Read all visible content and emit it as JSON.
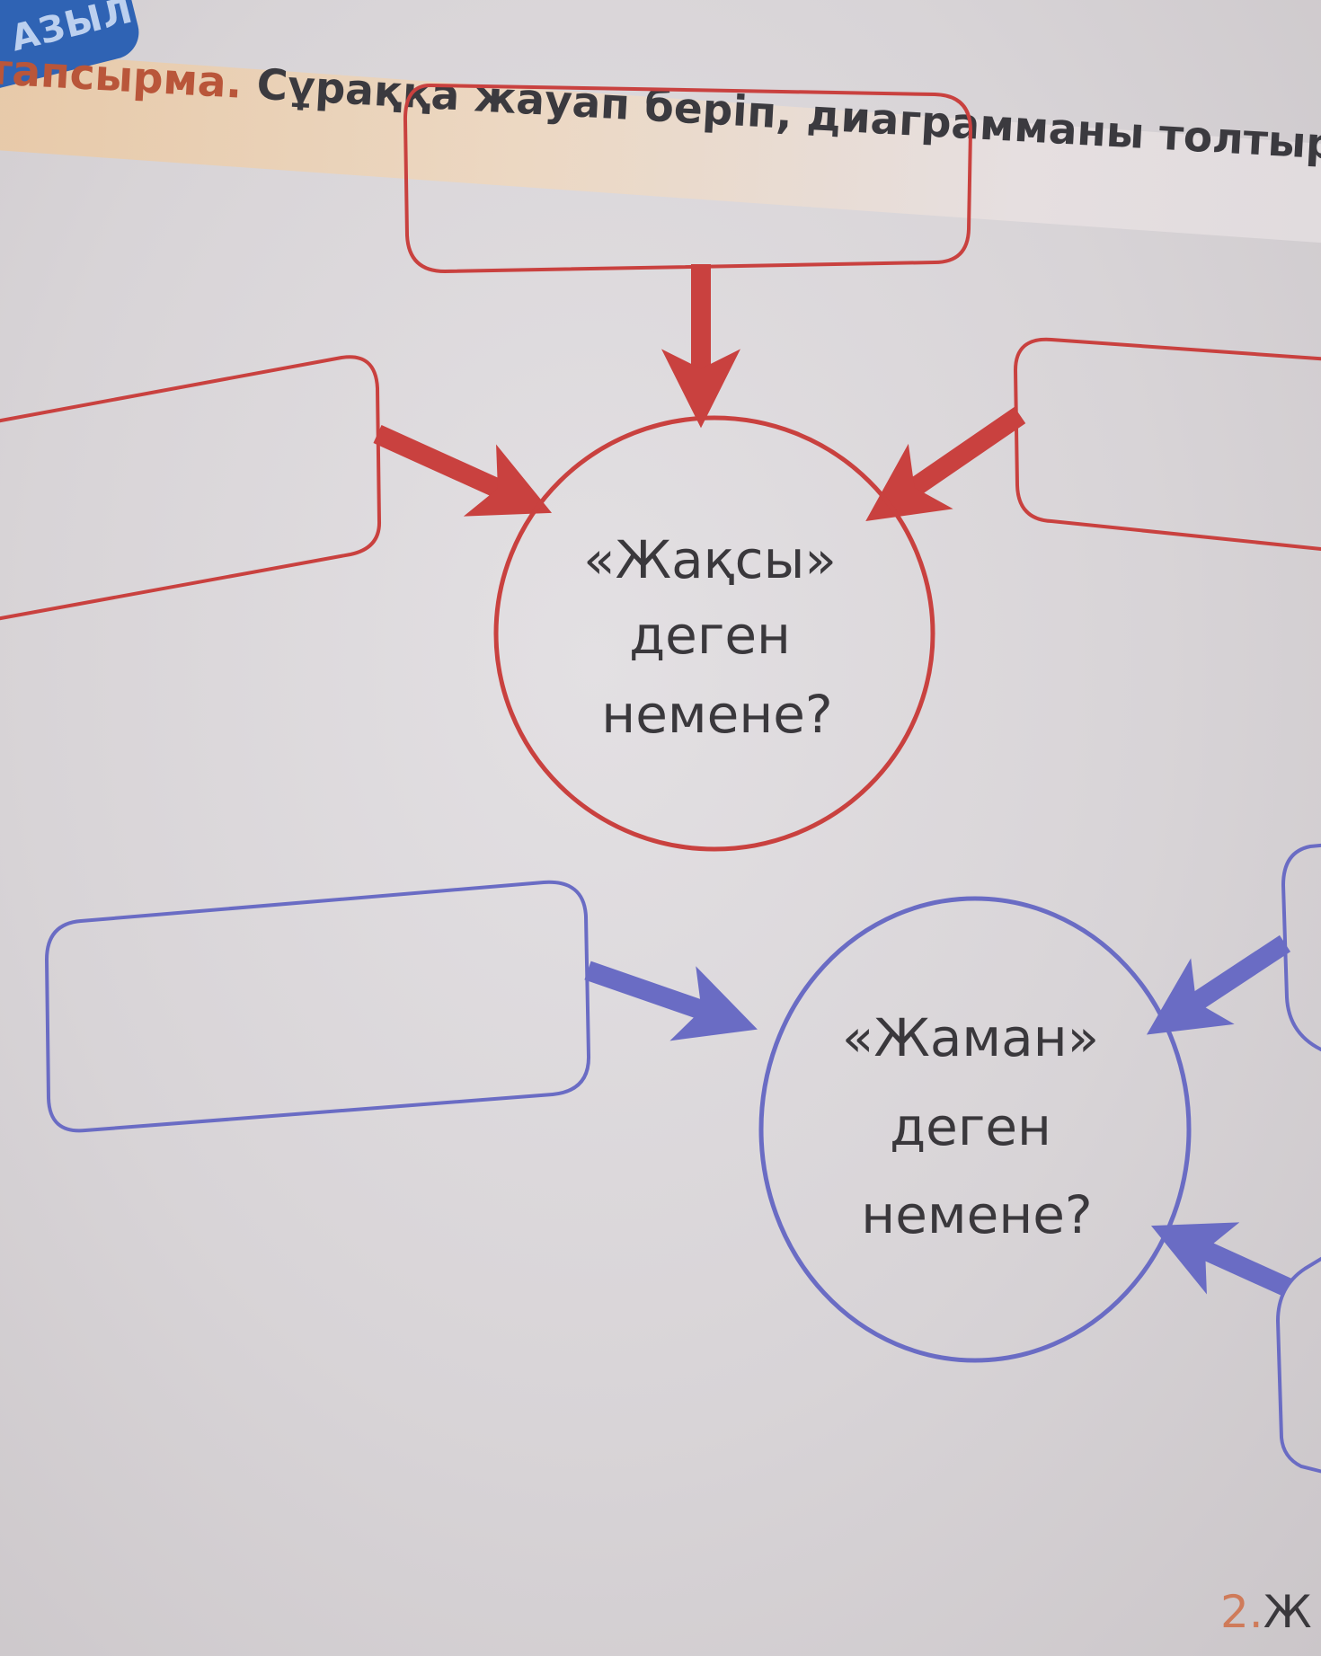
{
  "header": {
    "section_tag": "АЗЫЛ",
    "task_label": "тапсырма.",
    "task_text": " Сұраққа жауап беріп, диаграмманы толтыр."
  },
  "diagram_good": {
    "center": [
      "«Жақсы»",
      "деген",
      "немене?"
    ],
    "color": "#c9413f"
  },
  "diagram_bad": {
    "center": [
      "«Жаман»",
      "деген",
      "немене?"
    ],
    "color": "#6a6cc4"
  },
  "footer": {
    "page_label": "2.",
    "page_label_tail": "Ж"
  }
}
